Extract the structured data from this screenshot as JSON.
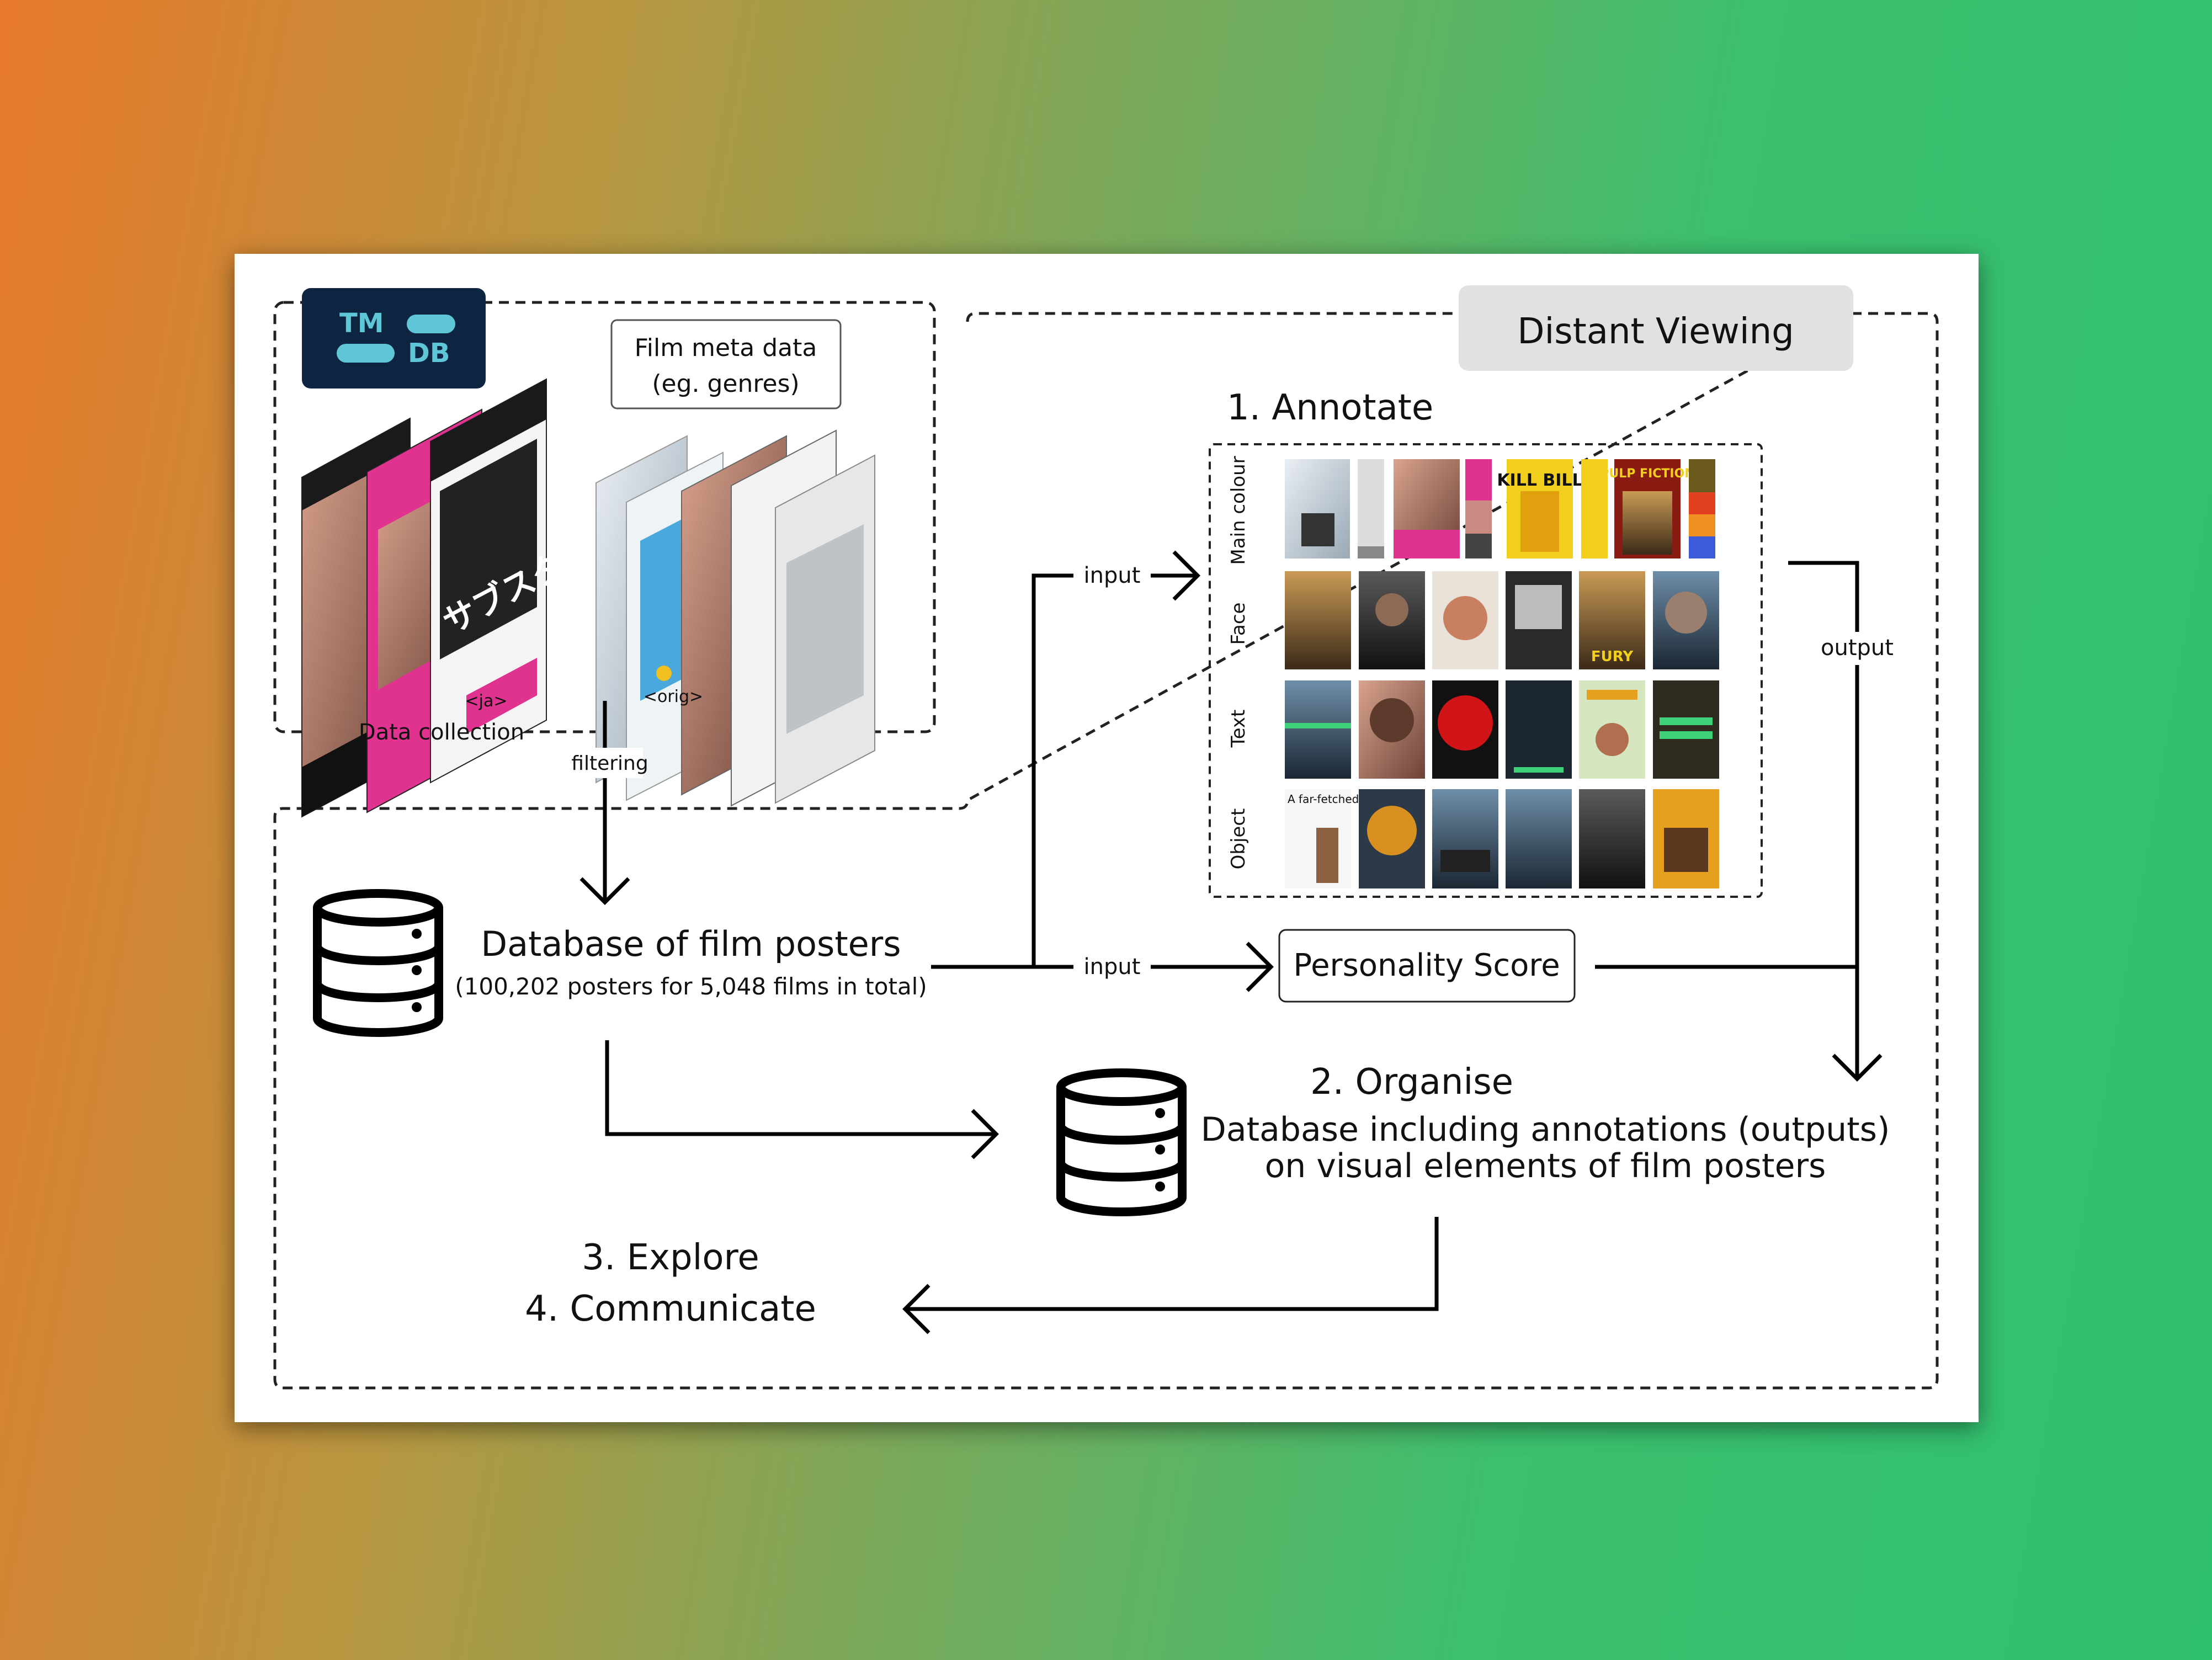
{
  "logo": {
    "line1": "TM",
    "line2": "DB"
  },
  "meta_box": {
    "line1": "Film meta data",
    "line2": "(eg. genres)"
  },
  "poster_groups": {
    "ja": "<ja>",
    "orig": "<orig>"
  },
  "data_collection": "Data collection",
  "filtering": "filtering",
  "distant_viewing": "Distant Viewing",
  "annotate": {
    "title": "1. Annotate",
    "rows": [
      "Main colour",
      "Face",
      "Text",
      "Object"
    ],
    "poster_text": [
      "KILL BILL",
      "PULP FICTION",
      "FURY",
      "A far-fetched plot."
    ]
  },
  "database": {
    "title": "Database of film posters",
    "subtitle": "(100,202 posters for 5,048 films in total)"
  },
  "input_label": "input",
  "output_label": "output",
  "personality": "Personality Score",
  "organise": {
    "title": "2. Organise",
    "line1": "Database including annotations (outputs)",
    "line2": "on visual elements of film posters"
  },
  "explore": "3. Explore",
  "communicate": "4. Communicate",
  "colors": {
    "tmdb_bg": "#0d2541",
    "tmdb_accent": "#5fc6d8",
    "distant_bg": "#e1e1e1",
    "poster_pink": "#e0338f",
    "poster_yellow": "#f3cf1d"
  }
}
